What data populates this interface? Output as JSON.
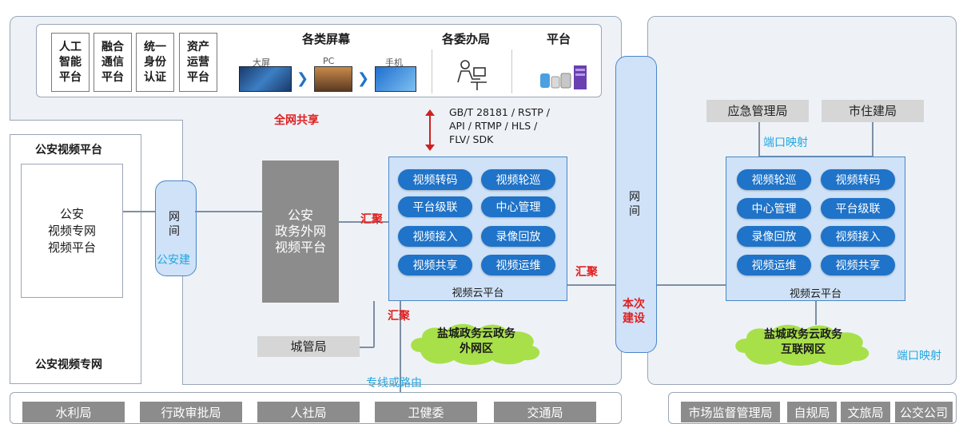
{
  "top_panel": {
    "tiles": [
      "人工\n智能\n平台",
      "融合\n通信\n平台",
      "统一\n身份\n认证",
      "资产\n运营\n平台"
    ],
    "screens_title": "各类屏幕",
    "screen_labels": [
      "大屏",
      "PC",
      "手机"
    ],
    "office_title": "各委办局",
    "platform_title": "平台"
  },
  "share_label": "全网共享",
  "protocols": "GB/T 28181 / RSTP /\nAPI / RTMP / HLS /\nFLV/ SDK",
  "police": {
    "title": "公安视频平台",
    "inner": "公安\n视频专网\n视频平台",
    "network_label": "公安视频专网",
    "gateway": "网\n间",
    "gateway_label": "公安建"
  },
  "gov_extranet_platform": "公安\n政务外网\n视频平台",
  "left_cloud": {
    "pills": [
      "视频转码",
      "视频轮巡",
      "平台级联",
      "中心管理",
      "视频接入",
      "录像回放",
      "视频共享",
      "视频运维"
    ],
    "caption": "视频云平台",
    "network": "盐城政务云政务\n外网区"
  },
  "right_cloud": {
    "pills": [
      "视频轮巡",
      "视频转码",
      "中心管理",
      "平台级联",
      "录像回放",
      "视频接入",
      "视频运维",
      "视频共享"
    ],
    "caption": "视频云平台",
    "network": "盐城政务云政务\n互联网区"
  },
  "huiju": [
    "汇聚",
    "汇聚",
    "汇聚"
  ],
  "chengguan": "城管局",
  "dedicated_line": "专线或路由",
  "center_gateway": {
    "top": "网\n间",
    "bottom": "本次\n建设"
  },
  "right_top_boxes": [
    "应急管理局",
    "市住建局"
  ],
  "port_mapping": [
    "端口映射",
    "端口映射"
  ],
  "bottom_left": [
    "水利局",
    "行政审批局",
    "人社局",
    "卫健委",
    "交通局"
  ],
  "bottom_right": [
    "市场监督管理局",
    "自规局",
    "文旅局",
    "公交公司"
  ],
  "colors": {
    "pill": "#1f73c8",
    "cloud": "#a8e04a",
    "red": "#e02020",
    "blue_text": "#22a6e0",
    "gray": "#8c8c8c"
  }
}
